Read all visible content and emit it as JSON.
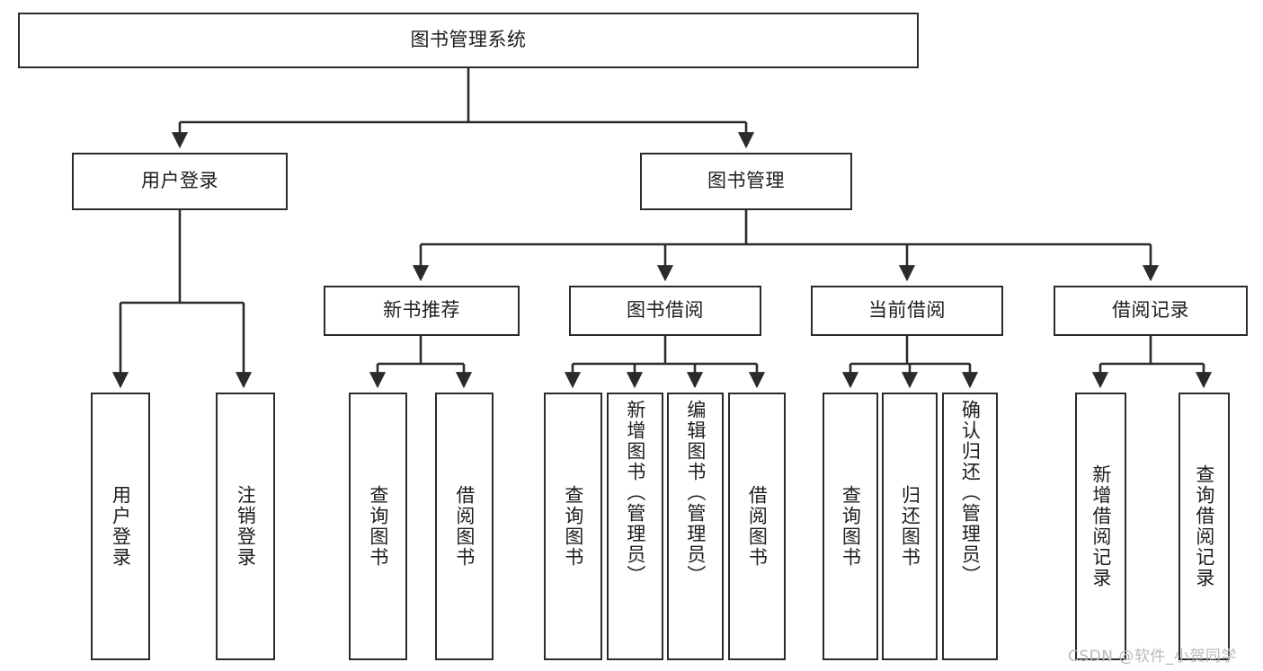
{
  "diagram": {
    "title": "图书管理系统",
    "type": "tree",
    "watermark": "CSDN @软件_小贺同学",
    "colors": {
      "stroke": "#2b2b2b",
      "fill": "#ffffff",
      "text": "#1d1d1d",
      "watermark": "#b9b9b9"
    },
    "nodes": {
      "root": "图书管理系统",
      "level1": [
        "用户登录",
        "图书管理"
      ],
      "level2": [
        "新书推荐",
        "图书借阅",
        "当前借阅",
        "借阅记录"
      ],
      "leaves": {
        "user_login": [
          "用户登录",
          "注销登录"
        ],
        "new_book_recommend": [
          "查询图书",
          "借阅图书"
        ],
        "book_borrow": [
          "查询图书",
          "新增图书（管理员）",
          "编辑图书（管理员）",
          "借阅图书"
        ],
        "current_borrow": [
          "查询图书",
          "归还图书",
          "确认归还（管理员）"
        ],
        "borrow_record": [
          "新增借阅记录",
          "查询借阅记录"
        ]
      }
    }
  }
}
